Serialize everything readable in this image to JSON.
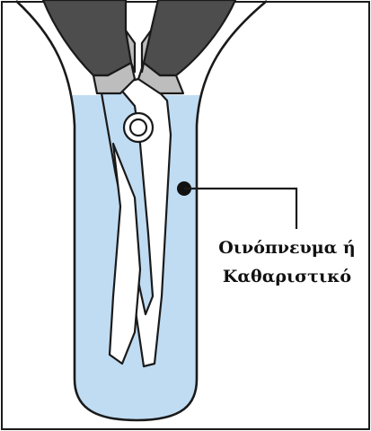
{
  "diagram": {
    "label_line1": "Οινόπνευμα ή",
    "label_line2": "Καθαριστικό",
    "colors": {
      "liquid": "#bfdcf3",
      "outline": "#1a1a1a",
      "handle": "#4d4d4d",
      "metal": "#bdbdbd",
      "background": "#ffffff"
    },
    "icons": [
      "container-vessel",
      "pliers-tool",
      "liquid",
      "callout-marker"
    ]
  }
}
